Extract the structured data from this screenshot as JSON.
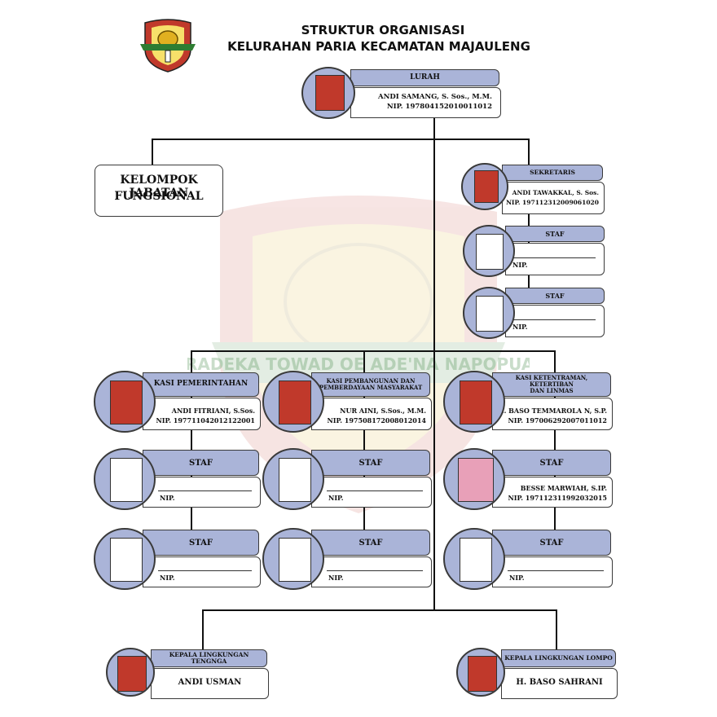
{
  "header": {
    "title_line1": "STRUKTUR ORGANISASI",
    "title_line2": "KELURAHAN PARIA KECAMATAN MAJAULENG",
    "watermark_text": "MARADEKA TOWAD OE ADE'NA NAPOPUANG"
  },
  "lurah": {
    "title": "LURAH",
    "name": "ANDI SAMANG, S. Sos., M.M.",
    "nip": "NIP. 197804152010011012"
  },
  "fungsional": {
    "line1": "KELOMPOK JABATAN",
    "line2": "FUNGSIONAL"
  },
  "sekretaris": {
    "title": "SEKRETARIS",
    "name": "ANDI TAWAKKAL, S. Sos.",
    "nip": "NIP. 197112312009061020"
  },
  "sek_staf": [
    {
      "title": "STAF",
      "nip": "NIP."
    },
    {
      "title": "STAF",
      "nip": "NIP."
    }
  ],
  "kasi_pem": {
    "title": "KASI PEMERINTAHAN",
    "name": "ANDI FITRIANI, S.Sos.",
    "nip": "NIP. 197711042012122001"
  },
  "kasi_bang": {
    "title_line1": "KASI PEMBANGUNAN DAN",
    "title_line2": "PEMBERDAYAAN MASYARAKAT",
    "name": "NUR AINI, S.Sos., M.M.",
    "nip": "NIP. 197508172008012014"
  },
  "kasi_trantib": {
    "title_line1": "KASI KETENTRAMAN, KETERTIBAN",
    "title_line2": "DAN LINMAS",
    "name": "H. BASO TEMMAROLA N, S.P.",
    "nip": "NIP. 197006292007011012"
  },
  "pem_staf": [
    {
      "title": "STAF",
      "nip": "NIP."
    },
    {
      "title": "STAF",
      "nip": "NIP."
    }
  ],
  "bang_staf": [
    {
      "title": "STAF",
      "nip": "NIP."
    },
    {
      "title": "STAF",
      "nip": "NIP."
    }
  ],
  "trantib_staf1": {
    "title": "STAF",
    "name": "BESSE MARWIAH, S.IP.",
    "nip": "NIP. 197112311992032015"
  },
  "trantib_staf2": {
    "title": "STAF",
    "nip": "NIP."
  },
  "ling_tengnga": {
    "title": "KEPALA LINGKUNGAN TENGNGA",
    "name": "ANDI USMAN"
  },
  "ling_lompo": {
    "title": "KEPALA LINGKUNGAN LOMPO",
    "name": "H. BASO SAHRANI"
  },
  "colors": {
    "band": "#aab4d8",
    "line": "#111111",
    "logo_red": "#c0392b",
    "logo_gold": "#e0b020",
    "logo_green": "#2e7d32"
  }
}
